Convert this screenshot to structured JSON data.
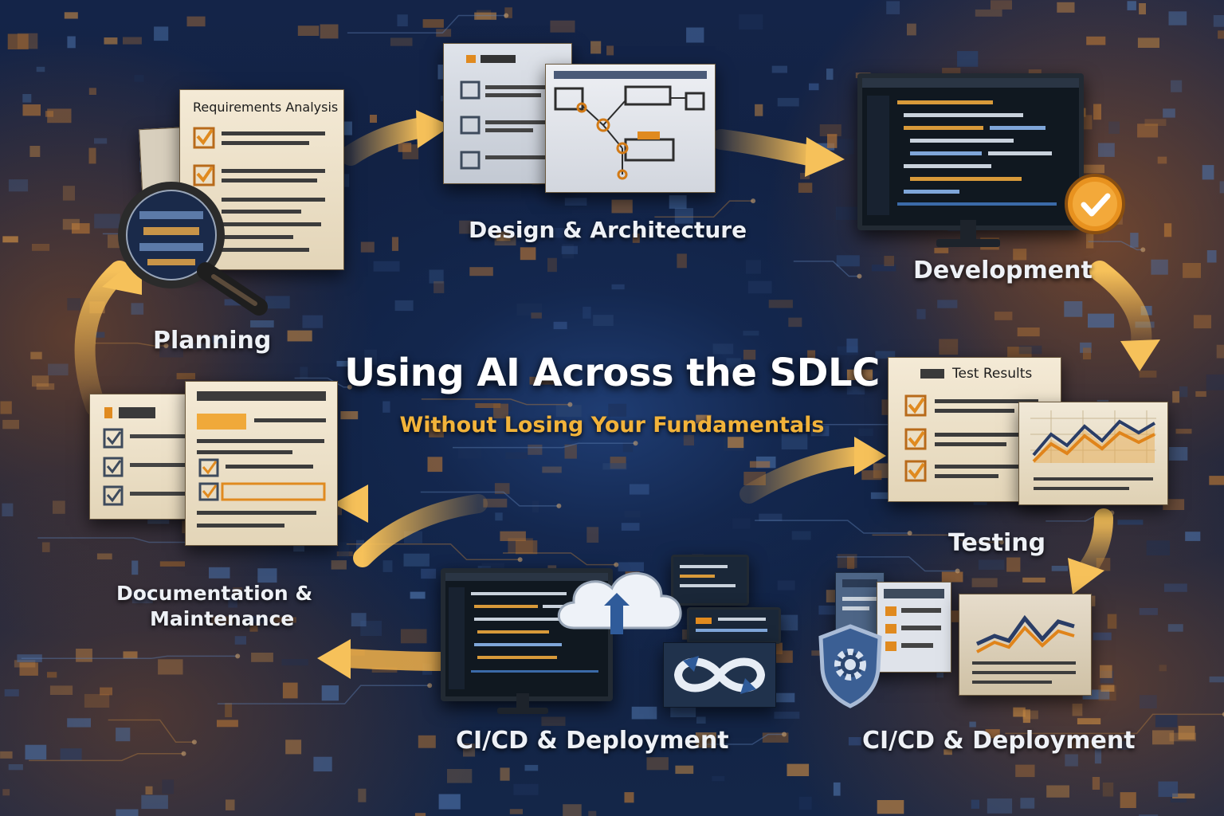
{
  "title": "Using AI Across the SDLC",
  "subtitle": "Without Losing Your Fundamentals",
  "stages": {
    "planning": "Planning",
    "design": "Design & Architecture",
    "development": "Development",
    "testing": "Testing",
    "cicd_left": "CI/CD & Deployment",
    "cicd_right": "CI/CD & Deployment",
    "documentation_line1": "Documentation &",
    "documentation_line2": "Maintenance"
  },
  "documents": {
    "requirements_heading": "Requirements Analysis",
    "test_results_heading": "Test Results"
  },
  "icons": {
    "magnifier": "magnifying-glass-icon",
    "check_badge": "check-badge-icon",
    "cloud_upload": "cloud-upload-icon",
    "sync": "sync-arrows-icon",
    "shield": "shield-gear-icon",
    "line_chart": "line-chart-icon"
  },
  "colors": {
    "accent_orange": "#f2b33a",
    "arrow": "#f0b04a",
    "background": "#142448",
    "label_text": "#eef1f6"
  }
}
